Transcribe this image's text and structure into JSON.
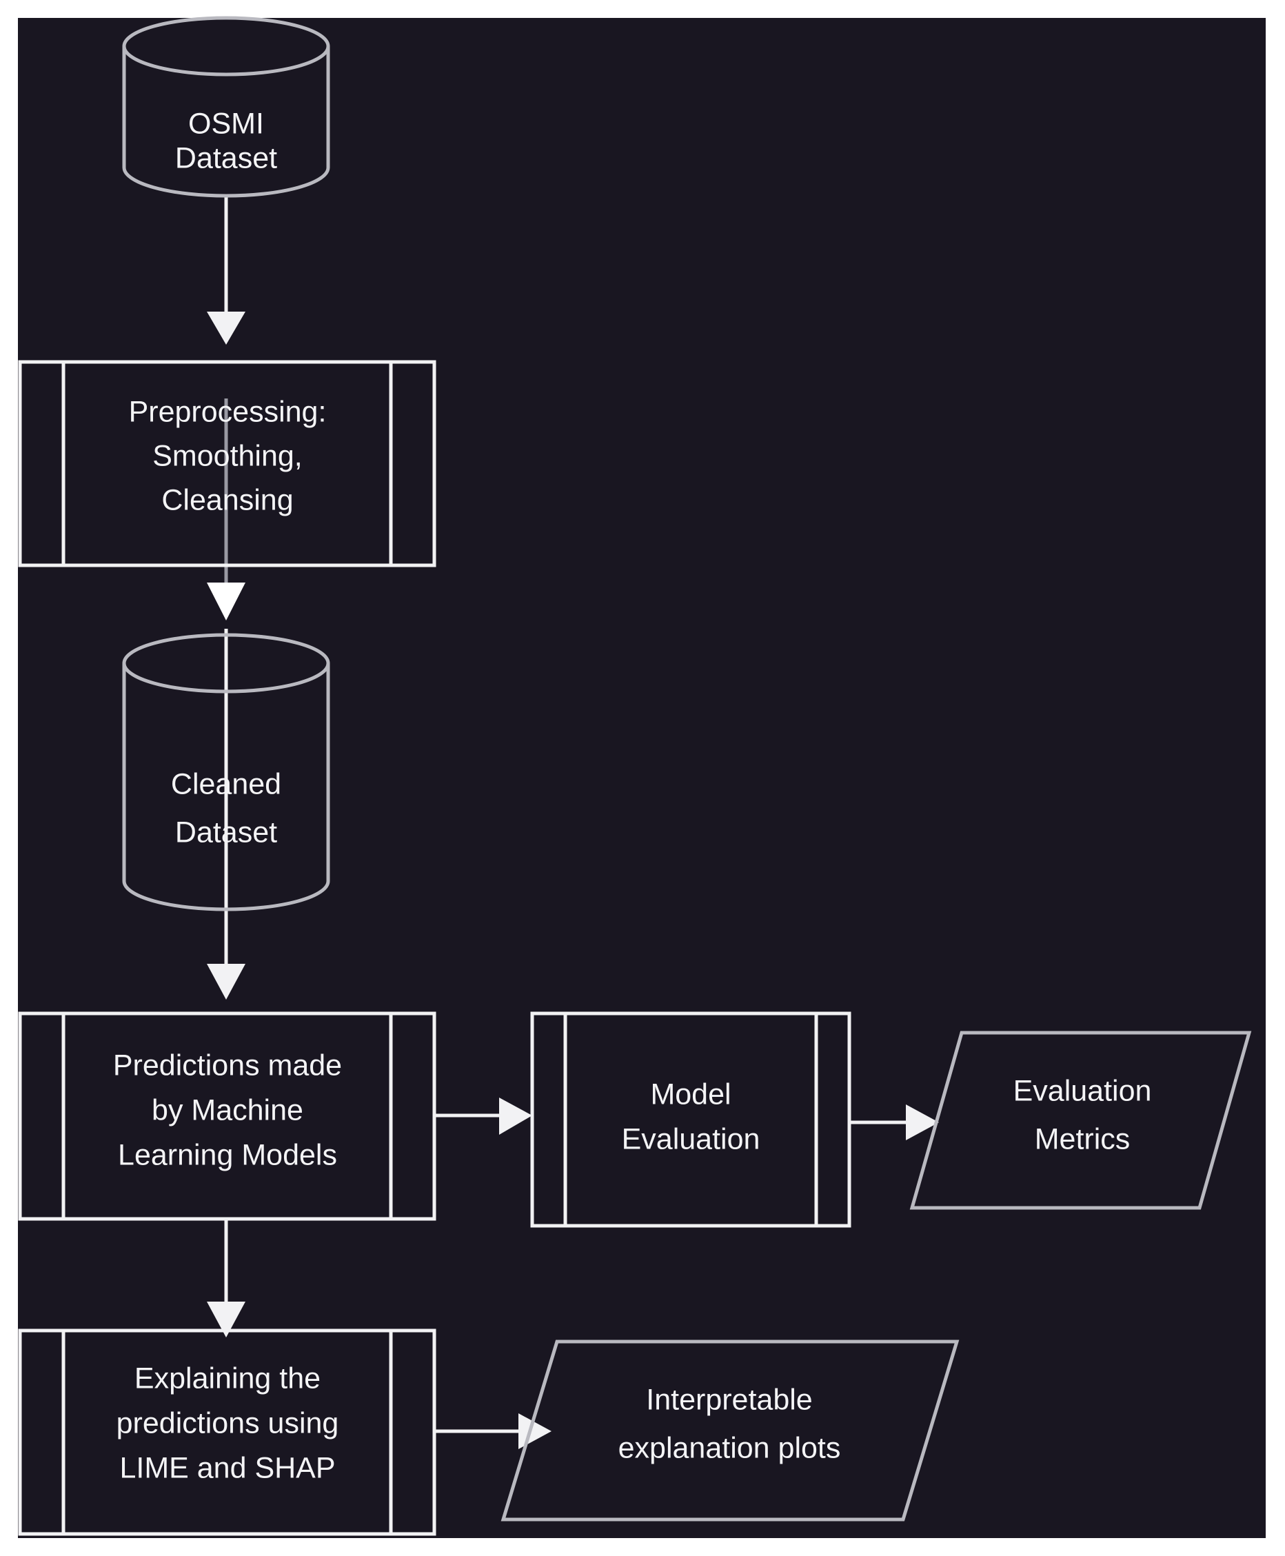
{
  "diagram": {
    "title": "Machine Learning Pipeline Flowchart",
    "background_color": "#191621",
    "canvas_color": "#191621",
    "page_color": "#ffffff",
    "stroke_color": "#f2f2f4",
    "text_color": "#f4f4f6"
  },
  "nodes": [
    {
      "id": "osmi_dataset",
      "shape": "cylinder",
      "lines": [
        "OSMI",
        "Dataset"
      ]
    },
    {
      "id": "preprocessing",
      "shape": "predefined-process",
      "lines": [
        "Preprocessing:",
        "Smoothing,",
        "Cleansing"
      ]
    },
    {
      "id": "cleaned_dataset",
      "shape": "cylinder",
      "lines": [
        "Cleaned",
        "Dataset"
      ]
    },
    {
      "id": "predictions",
      "shape": "predefined-process",
      "lines": [
        "Predictions made",
        "by Machine",
        "Learning Models"
      ]
    },
    {
      "id": "model_evaluation",
      "shape": "predefined-process",
      "lines": [
        "Model",
        "Evaluation"
      ]
    },
    {
      "id": "evaluation_metrics",
      "shape": "parallelogram",
      "lines": [
        "Evaluation",
        "Metrics"
      ]
    },
    {
      "id": "explaining",
      "shape": "predefined-process",
      "lines": [
        "Explaining the",
        "predictions using",
        "LIME and SHAP"
      ]
    },
    {
      "id": "explanation_plots",
      "shape": "parallelogram",
      "lines": [
        "Interpretable",
        "explanation plots"
      ]
    }
  ],
  "edges": [
    {
      "id": "e1",
      "from": "osmi_dataset",
      "to": "preprocessing",
      "direction": "down",
      "color": "#f2f2f4"
    },
    {
      "id": "e2",
      "from": "preprocessing",
      "to": "cleaned_dataset",
      "direction": "down",
      "color": "#9a9aa4"
    },
    {
      "id": "e3",
      "from": "cleaned_dataset",
      "to": "predictions",
      "direction": "down",
      "color": "#f2f2f4"
    },
    {
      "id": "e4",
      "from": "predictions",
      "to": "model_evaluation",
      "direction": "right",
      "color": "#f2f2f4"
    },
    {
      "id": "e5",
      "from": "model_evaluation",
      "to": "evaluation_metrics",
      "direction": "right",
      "color": "#f2f2f4"
    },
    {
      "id": "e6",
      "from": "predictions",
      "to": "explaining",
      "direction": "down",
      "color": "#f2f2f4"
    },
    {
      "id": "e7",
      "from": "explaining",
      "to": "explanation_plots",
      "direction": "right",
      "color": "#f2f2f4"
    }
  ],
  "labels": {
    "osmi_dataset_l1": "OSMI",
    "osmi_dataset_l2": "Dataset",
    "preprocessing_l1": "Preprocessing:",
    "preprocessing_l2": "Smoothing,",
    "preprocessing_l3": "Cleansing",
    "cleaned_dataset_l1": "Cleaned",
    "cleaned_dataset_l2": "Dataset",
    "predictions_l1": "Predictions made",
    "predictions_l2": "by Machine",
    "predictions_l3": "Learning Models",
    "model_evaluation_l1": "Model",
    "model_evaluation_l2": "Evaluation",
    "evaluation_metrics_l1": "Evaluation",
    "evaluation_metrics_l2": "Metrics",
    "explaining_l1": "Explaining the",
    "explaining_l2": "predictions using",
    "explaining_l3": "LIME and SHAP",
    "explanation_plots_l1": "Interpretable",
    "explanation_plots_l2": "explanation plots"
  }
}
